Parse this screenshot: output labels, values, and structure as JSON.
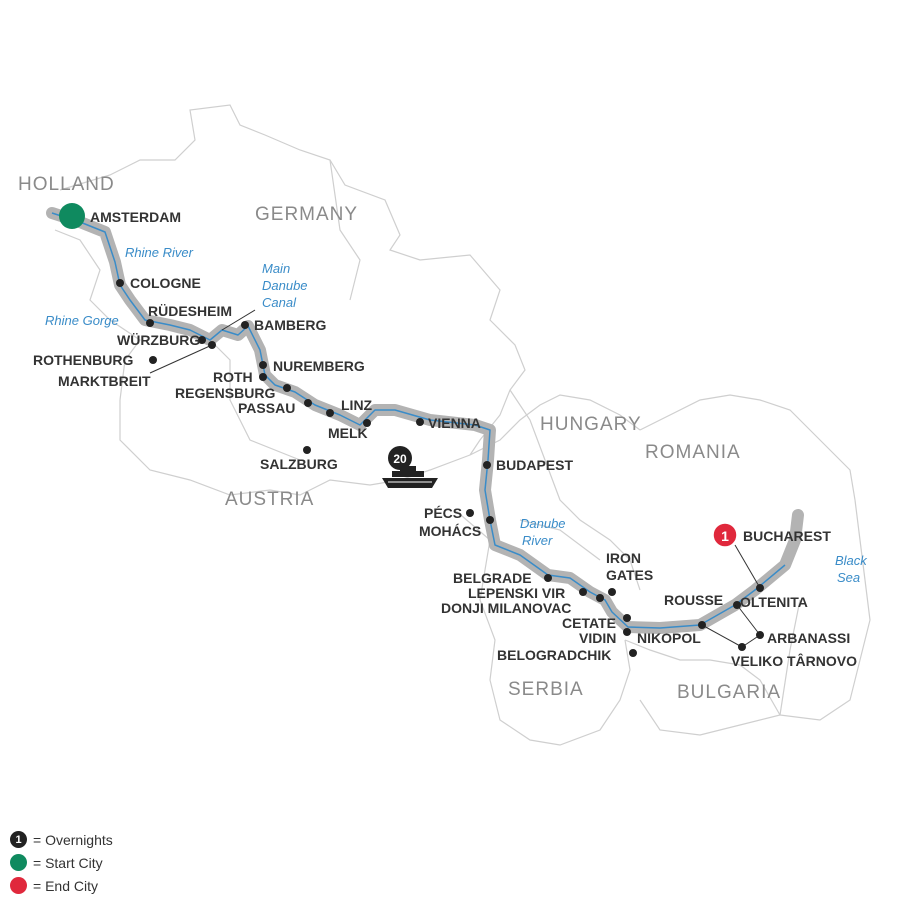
{
  "countries": [
    "HOLLAND",
    "GERMANY",
    "HUNGARY",
    "ROMANIA",
    "AUSTRIA",
    "SERBIA",
    "BULGARIA"
  ],
  "waters": [
    "Rhine River",
    "Main",
    "Danube",
    "Canal",
    "Rhine Gorge",
    "Danube",
    "River",
    "Black",
    "Sea"
  ],
  "cities": [
    "AMSTERDAM",
    "COLOGNE",
    "RÜDESHEIM",
    "WÜRZBURG",
    "ROTHENBURG",
    "MARKTBREIT",
    "BAMBERG",
    "NUREMBERG",
    "ROTH",
    "REGENSBURG",
    "PASSAU",
    "LINZ",
    "MELK",
    "SALZBURG",
    "VIENNA",
    "BUDAPEST",
    "PÉCS",
    "MOHÁCS",
    "BELGRADE",
    "LEPENSKI VIR",
    "DONJI MILANOVAC",
    "IRON",
    "GATES",
    "CETATE",
    "VIDIN",
    "BELOGRADCHIK",
    "NIKOPOL",
    "ROUSSE",
    "OLTENITA",
    "BUCHAREST",
    "ARBANASSI",
    "VELIKO TÂRNOVO"
  ],
  "markers": {
    "ship_nights": "20",
    "end_nights": "1"
  },
  "legend": {
    "overnights_mark": "1",
    "overnights_label": "= Overnights",
    "start_label": "= Start City",
    "end_label": "= End City"
  },
  "colors": {
    "route": "#b3b3b3",
    "river": "#3a8cc8",
    "start": "#0f8a5f",
    "end": "#e0283c",
    "border": "#cfcfcf"
  }
}
